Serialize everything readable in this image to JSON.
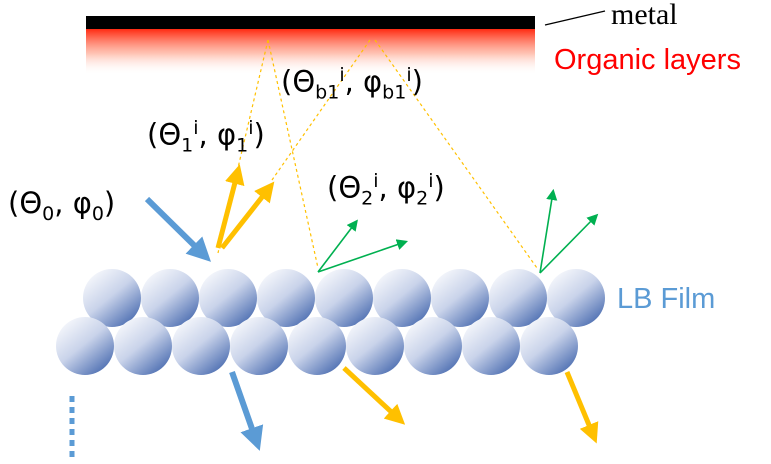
{
  "colors": {
    "metal": "#000000",
    "organic": "#ff0000",
    "incident_arrow": "#5b9bd5",
    "reflected_arrow": "#ffc000",
    "scatter_arrow": "#00b050",
    "sphere_light": "#f4f6fb",
    "sphere_dark": "#4a6cb0",
    "lb_label": "#5b9bd5"
  },
  "labels": {
    "metal": "metal",
    "organic": "Organic layers",
    "lb_film": "LB Film"
  },
  "symbols": {
    "theta0": {
      "base": "Θ",
      "sub": "0",
      "phi": "φ"
    },
    "theta1": {
      "base": "Θ",
      "sub": "1",
      "sup": "i",
      "phi": "φ"
    },
    "thetab1": {
      "base": "Θ",
      "sub": "b1",
      "sup": "i",
      "phi": "φ"
    },
    "theta2": {
      "base": "Θ",
      "sub": "2",
      "sup": "i",
      "phi": "φ"
    }
  }
}
